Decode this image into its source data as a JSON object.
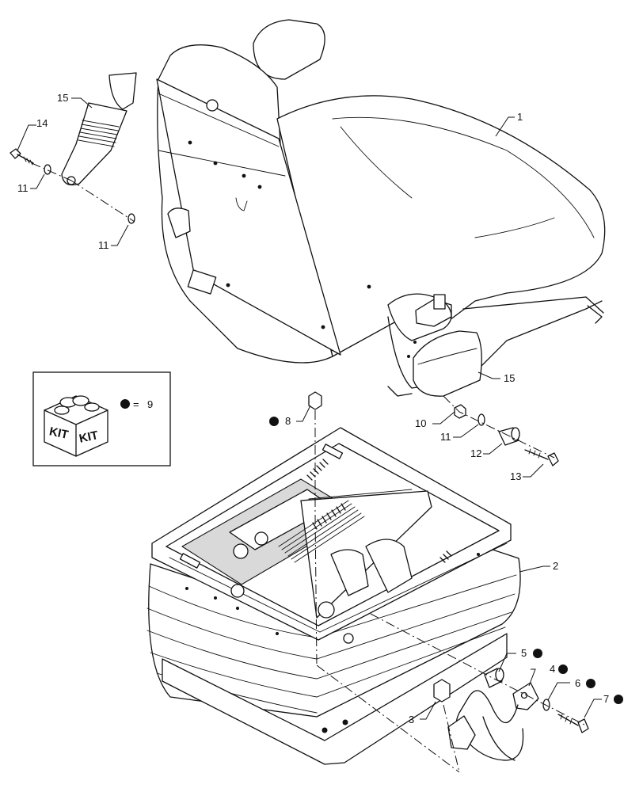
{
  "callouts": [
    {
      "id": "c1",
      "label": "1",
      "marked": false
    },
    {
      "id": "c2",
      "label": "2",
      "marked": false
    },
    {
      "id": "c3",
      "label": "3",
      "marked": false
    },
    {
      "id": "c4",
      "label": "4",
      "marked": true
    },
    {
      "id": "c5",
      "label": "5",
      "marked": true
    },
    {
      "id": "c6",
      "label": "6",
      "marked": true
    },
    {
      "id": "c7",
      "label": "7",
      "marked": true
    },
    {
      "id": "c8",
      "label": "8",
      "marked": true
    },
    {
      "id": "c10",
      "label": "10",
      "marked": false
    },
    {
      "id": "c11a",
      "label": "11",
      "marked": false
    },
    {
      "id": "c11b",
      "label": "11",
      "marked": false
    },
    {
      "id": "c11c",
      "label": "11",
      "marked": false
    },
    {
      "id": "c12",
      "label": "12",
      "marked": false
    },
    {
      "id": "c13",
      "label": "13",
      "marked": false
    },
    {
      "id": "c14",
      "label": "14",
      "marked": false
    },
    {
      "id": "c15a",
      "label": "15",
      "marked": false
    },
    {
      "id": "c15b",
      "label": "15",
      "marked": false
    }
  ],
  "legend": {
    "kit_word_left": "KIT",
    "kit_word_right": "KIT",
    "equals": "=",
    "kit_number": "9"
  },
  "colors": {
    "line": "#111111",
    "fill": "#ffffff",
    "shade": "#d9d9d9"
  }
}
